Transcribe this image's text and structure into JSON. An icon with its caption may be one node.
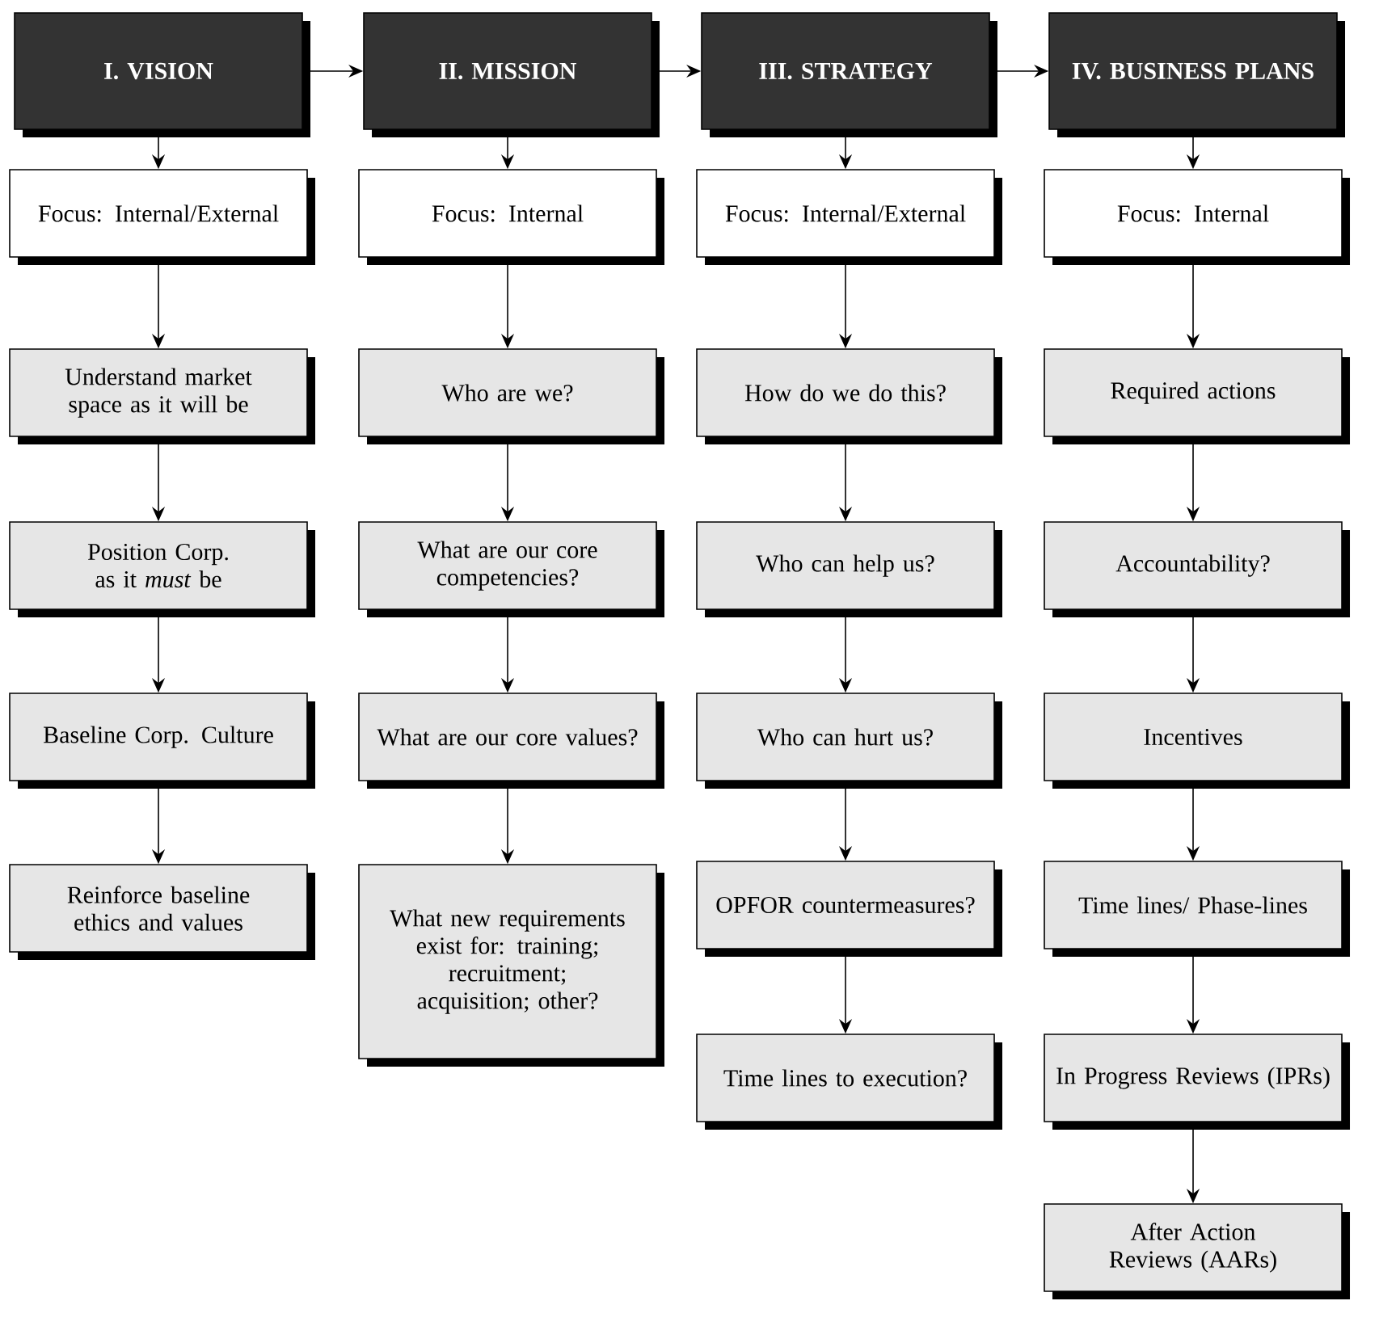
{
  "diagram": {
    "nodes": [
      {
        "text": [
          "I. VISION"
        ]
      },
      {
        "text": [
          "Focus: Internal/External"
        ]
      },
      {
        "text": [
          "Understand market space as it will be"
        ]
      },
      {
        "text": [
          "Position Corp. as it *must* be"
        ]
      },
      {
        "text": [
          "Baseline Corp. Culture"
        ]
      },
      {
        "text": [
          "Reinforce baseline ethics and values"
        ]
      },
      {
        "text": [
          "II. MISSION"
        ]
      },
      {
        "text": [
          "Focus: Internal"
        ]
      },
      {
        "text": [
          "Who are we?"
        ]
      },
      {
        "text": [
          "What are our core competencies?"
        ]
      },
      {
        "text": [
          "What are our core values?"
        ]
      },
      {
        "text": [
          "What new requirements exist for: training; recruitment; acquisition; other?"
        ]
      },
      {
        "text": [
          "III. STRATEGY"
        ]
      },
      {
        "text": [
          "Focus: Internal/External"
        ]
      },
      {
        "text": [
          "How do we do this?"
        ]
      },
      {
        "text": [
          "Who can help us?"
        ]
      },
      {
        "text": [
          "Who can hurt us?"
        ]
      },
      {
        "text": [
          "OPFOR countermeasures?"
        ]
      },
      {
        "text": [
          "Time lines to execution?"
        ]
      },
      {
        "text": [
          "IV. BUSINESS PLANS"
        ]
      },
      {
        "text": [
          "Focus: Internal"
        ]
      },
      {
        "text": [
          "Required actions"
        ]
      },
      {
        "text": [
          "Accountability?"
        ]
      },
      {
        "text": [
          "Incentives"
        ]
      },
      {
        "text": [
          "Time lines/ Phase-lines"
        ]
      },
      {
        "text": [
          "In Progress Reviews (IPRs)"
        ]
      },
      {
        "text": [
          "After Action Reviews (AARs)"
        ]
      }
    ],
    "edges": [
      {
        "from": 0,
        "to": 6,
        "arrow": "to"
      },
      {
        "from": 6,
        "to": 12,
        "arrow": "to"
      },
      {
        "from": 12,
        "to": 19,
        "arrow": "to"
      },
      {
        "from": 0,
        "to": 1,
        "arrow": "to"
      },
      {
        "from": 1,
        "to": 2,
        "arrow": "to"
      },
      {
        "from": 2,
        "to": 3,
        "arrow": "to"
      },
      {
        "from": 3,
        "to": 4,
        "arrow": "to"
      },
      {
        "from": 4,
        "to": 5,
        "arrow": "to"
      },
      {
        "from": 6,
        "to": 7,
        "arrow": "to"
      },
      {
        "from": 7,
        "to": 8,
        "arrow": "to"
      },
      {
        "from": 8,
        "to": 9,
        "arrow": "to"
      },
      {
        "from": 9,
        "to": 10,
        "arrow": "to"
      },
      {
        "from": 10,
        "to": 11,
        "arrow": "to"
      },
      {
        "from": 12,
        "to": 13,
        "arrow": "to"
      },
      {
        "from": 13,
        "to": 14,
        "arrow": "to"
      },
      {
        "from": 14,
        "to": 15,
        "arrow": "to"
      },
      {
        "from": 15,
        "to": 16,
        "arrow": "to"
      },
      {
        "from": 16,
        "to": 17,
        "arrow": "to"
      },
      {
        "from": 17,
        "to": 18,
        "arrow": "to"
      },
      {
        "from": 19,
        "to": 20,
        "arrow": "to"
      },
      {
        "from": 20,
        "to": 21,
        "arrow": "to"
      },
      {
        "from": 21,
        "to": 22,
        "arrow": "to"
      },
      {
        "from": 22,
        "to": 23,
        "arrow": "to"
      },
      {
        "from": 23,
        "to": 24,
        "arrow": "to"
      },
      {
        "from": 24,
        "to": 25,
        "arrow": "to"
      },
      {
        "from": 25,
        "to": 26,
        "arrow": "to"
      }
    ]
  }
}
